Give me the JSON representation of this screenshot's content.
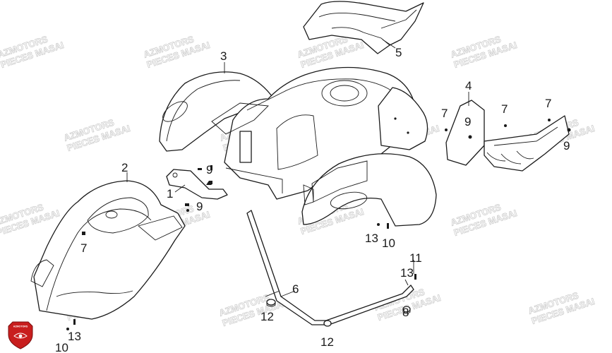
{
  "watermark": {
    "line1": "AZMOTORS",
    "line2": "PIECES MASAI"
  },
  "logo": {
    "text": "AZMOTORS",
    "color": "#c81e1e"
  },
  "callouts": [
    {
      "id": "c-3-seat-fender",
      "label": "3"
    },
    {
      "id": "c-5-rear-grip",
      "label": "5"
    },
    {
      "id": "c-4-rear-panel",
      "label": "4"
    },
    {
      "id": "c-7-panel-left",
      "label": "7"
    },
    {
      "id": "c-7-panel-mid",
      "label": "7"
    },
    {
      "id": "c-7-panel-right",
      "label": "7"
    },
    {
      "id": "c-9-panel-left",
      "label": "9"
    },
    {
      "id": "c-9-panel-right",
      "label": "9"
    },
    {
      "id": "c-2-front-fender",
      "label": "2"
    },
    {
      "id": "c-1-bracket",
      "label": "1"
    },
    {
      "id": "c-9-bracket-top",
      "label": "9"
    },
    {
      "id": "c-9-bracket-bottom",
      "label": "9"
    },
    {
      "id": "c-7-front",
      "label": "7"
    },
    {
      "id": "c-13-mid",
      "label": "13"
    },
    {
      "id": "c-10-mid",
      "label": "10"
    },
    {
      "id": "c-11-right",
      "label": "11"
    },
    {
      "id": "c-13-right",
      "label": "13"
    },
    {
      "id": "c-8-right",
      "label": "8"
    },
    {
      "id": "c-6-support-rod",
      "label": "6"
    },
    {
      "id": "c-12-left",
      "label": "12"
    },
    {
      "id": "c-12-bottom",
      "label": "12"
    },
    {
      "id": "c-13-front",
      "label": "13"
    },
    {
      "id": "c-10-front",
      "label": "10"
    }
  ]
}
